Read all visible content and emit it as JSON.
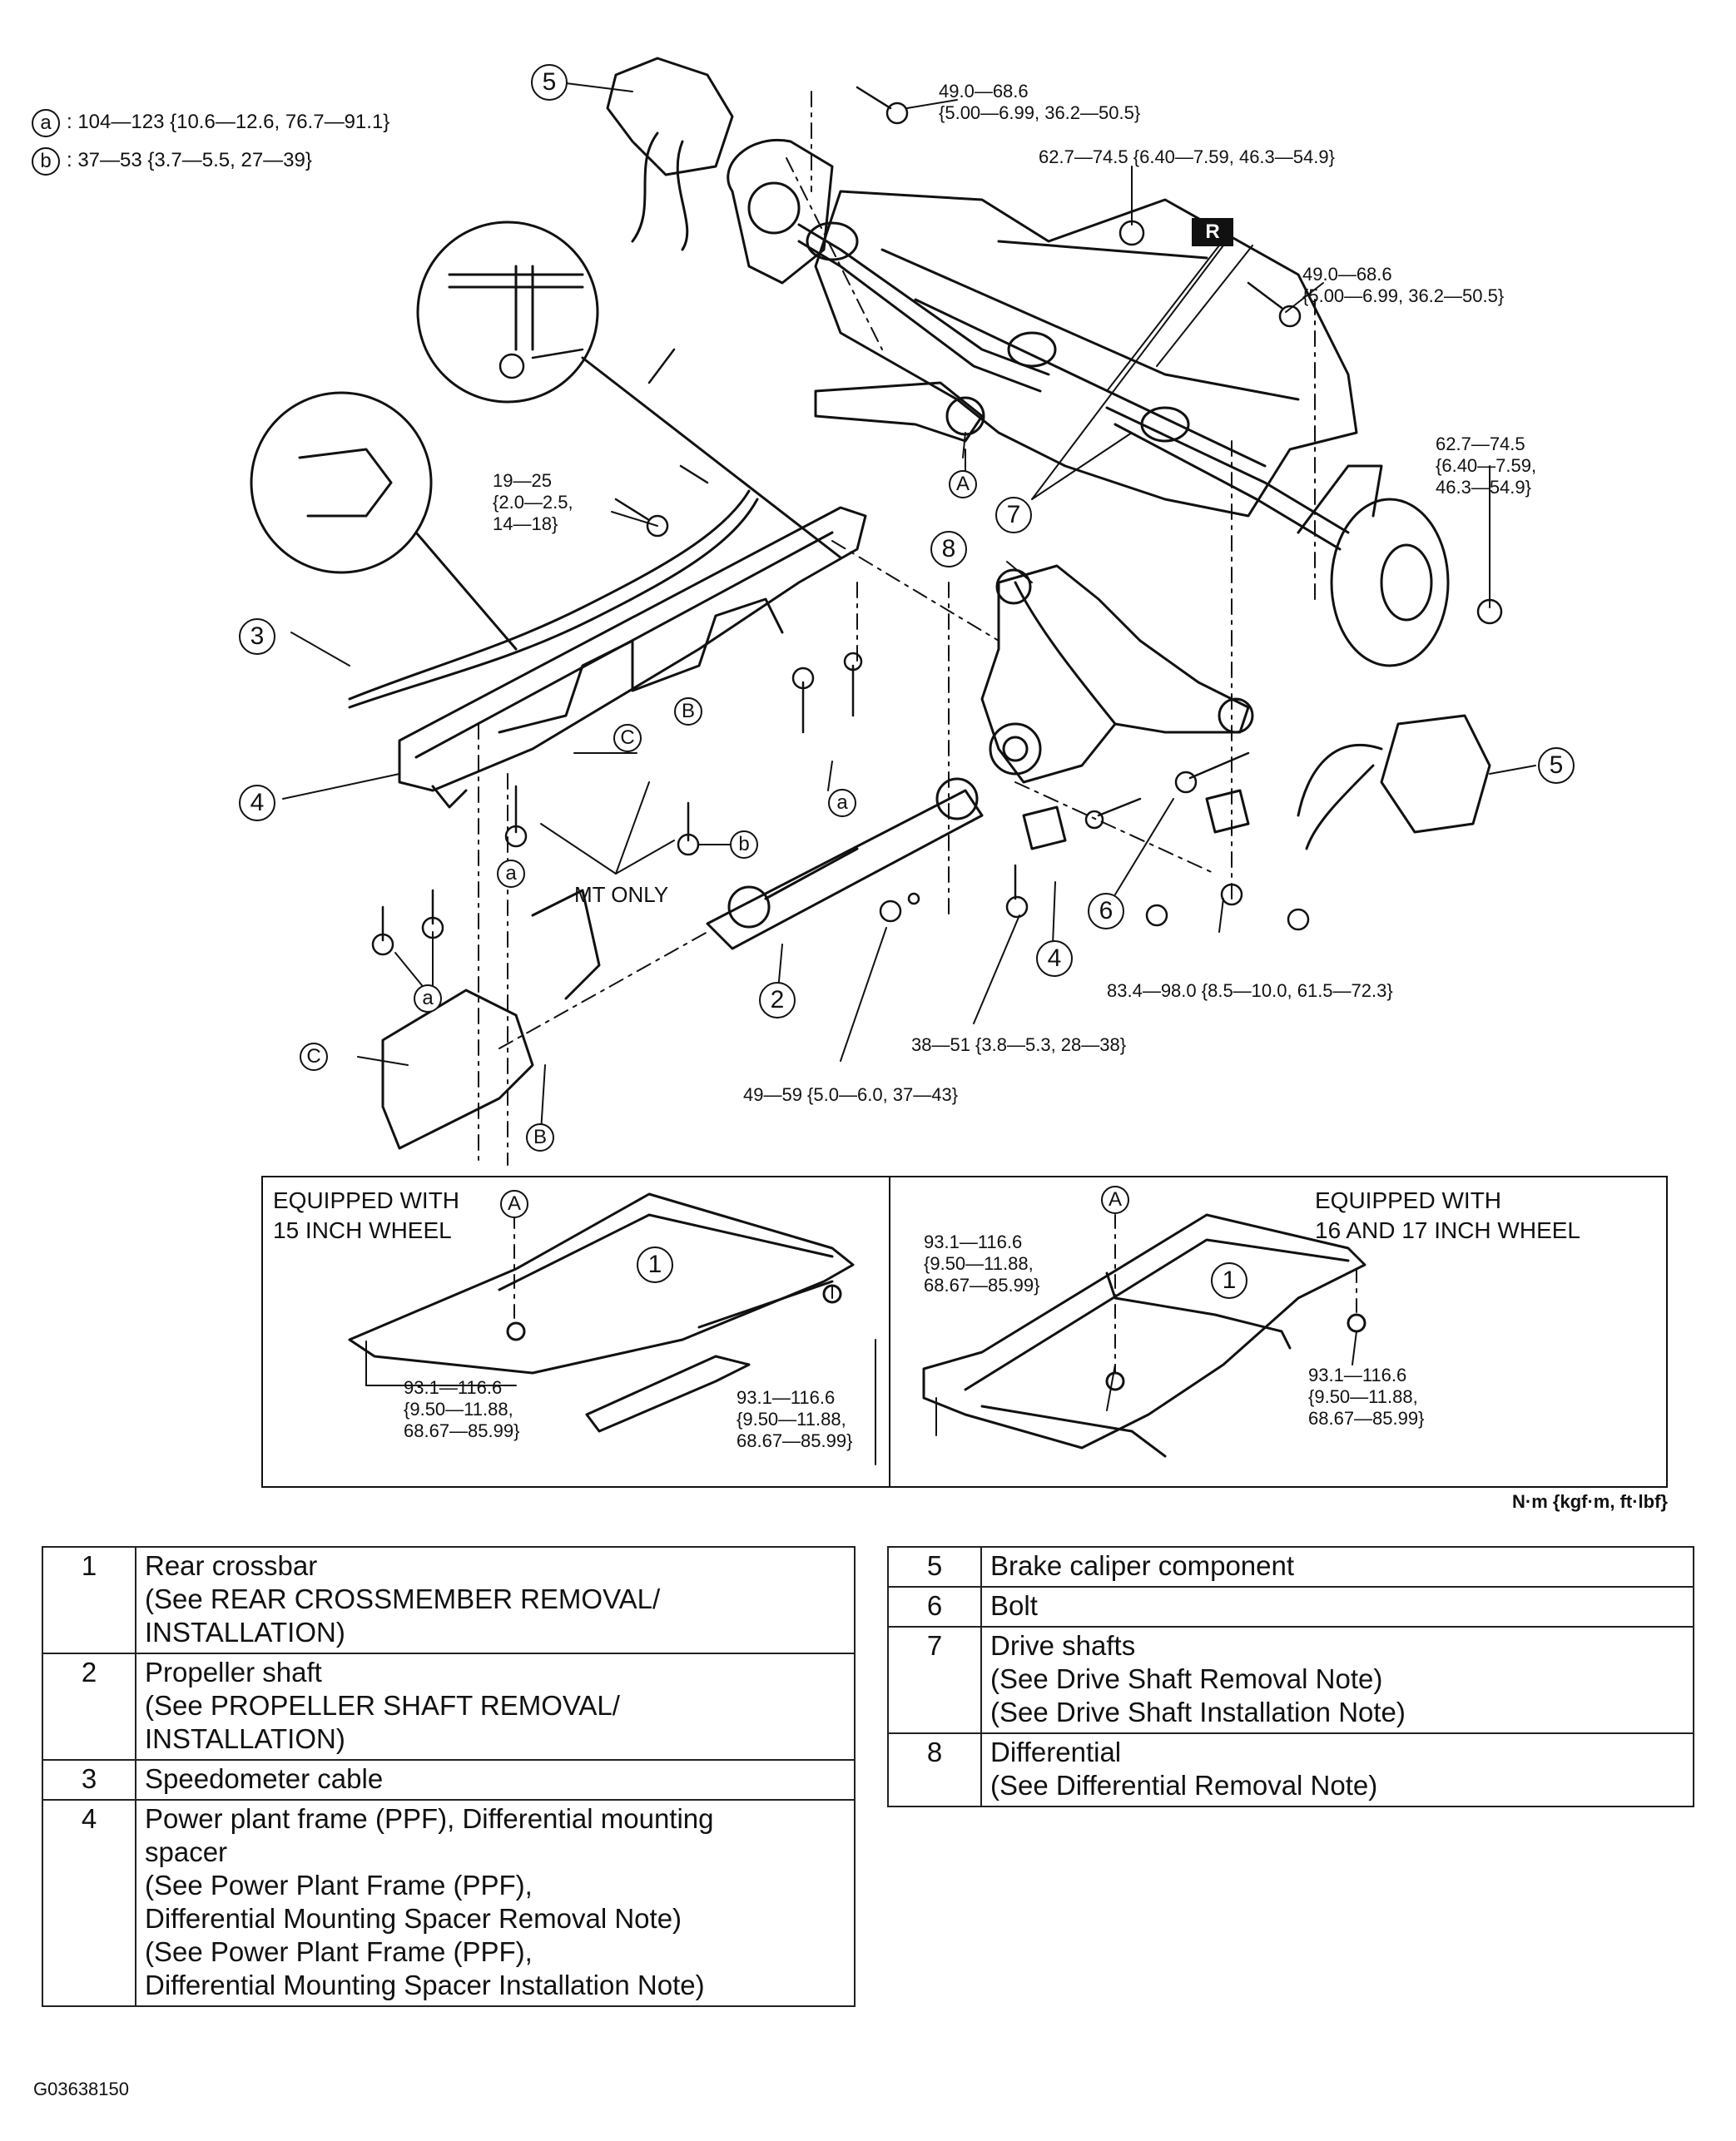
{
  "torque_legend": [
    {
      "symbol": "a",
      "value": ": 104—123 {10.6—12.6, 76.7—91.1}"
    },
    {
      "symbol": "b",
      "value": ": 37—53 {3.7—5.5, 27—39}"
    }
  ],
  "callouts": {
    "c1": "1",
    "c2": "2",
    "c3": "3",
    "c4": "4",
    "c5": "5",
    "c6": "6",
    "c7": "7",
    "c8": "8",
    "a": "a",
    "b": "b",
    "A": "A",
    "B": "B",
    "C": "C",
    "R": "R"
  },
  "torque_labels": {
    "t_top_bolt": "49.0—68.6\n{5.00—6.99, 36.2—50.5}",
    "t_top_nut": "62.7—74.5 {6.40—7.59, 46.3—54.9}",
    "t_right_bolt": "49.0—68.6\n{5.00—6.99, 36.2—50.5}",
    "t_right_nut": "62.7—74.5\n{6.40—7.59,\n46.3—54.9}",
    "t_left_bolt": "19—25\n{2.0—2.5,\n14—18}",
    "t_diff_nut": "83.4—98.0 {8.5—10.0, 61.5—72.3}",
    "t_diff_bolt": "38—51 {3.8—5.3, 28—38}",
    "t_prop_nut": "49—59 {5.0—6.0, 37—43}"
  },
  "mt_only": "MT ONLY",
  "inset": {
    "left_title": "EQUIPPED WITH\n15 INCH WHEEL",
    "right_title": "EQUIPPED WITH\n16 AND 17 INCH WHEEL",
    "torque": "93.1—116.6\n{9.50—11.88,\n68.67—85.99}"
  },
  "units": "N·m {kgf·m, ft·lbf}",
  "parts_left": [
    {
      "num": "1",
      "lines": [
        "Rear crossbar",
        "(See REAR CROSSMEMBER REMOVAL/",
        "INSTALLATION)"
      ]
    },
    {
      "num": "2",
      "lines": [
        "Propeller shaft",
        "(See PROPELLER SHAFT REMOVAL/",
        "INSTALLATION)"
      ]
    },
    {
      "num": "3",
      "lines": [
        "Speedometer cable"
      ]
    },
    {
      "num": "4",
      "lines": [
        "Power plant frame (PPF), Differential mounting",
        "spacer",
        "(See Power Plant Frame (PPF),",
        "Differential Mounting Spacer Removal Note)",
        "(See Power Plant Frame (PPF),",
        "Differential Mounting Spacer Installation Note)"
      ]
    }
  ],
  "parts_right": [
    {
      "num": "5",
      "lines": [
        "Brake caliper component"
      ]
    },
    {
      "num": "6",
      "lines": [
        "Bolt"
      ]
    },
    {
      "num": "7",
      "lines": [
        "Drive shafts",
        "(See Drive Shaft Removal Note)",
        "(See Drive Shaft Installation Note)"
      ]
    },
    {
      "num": "8",
      "lines": [
        "Differential",
        "(See Differential Removal Note)"
      ]
    }
  ],
  "image_code": "G03638150"
}
